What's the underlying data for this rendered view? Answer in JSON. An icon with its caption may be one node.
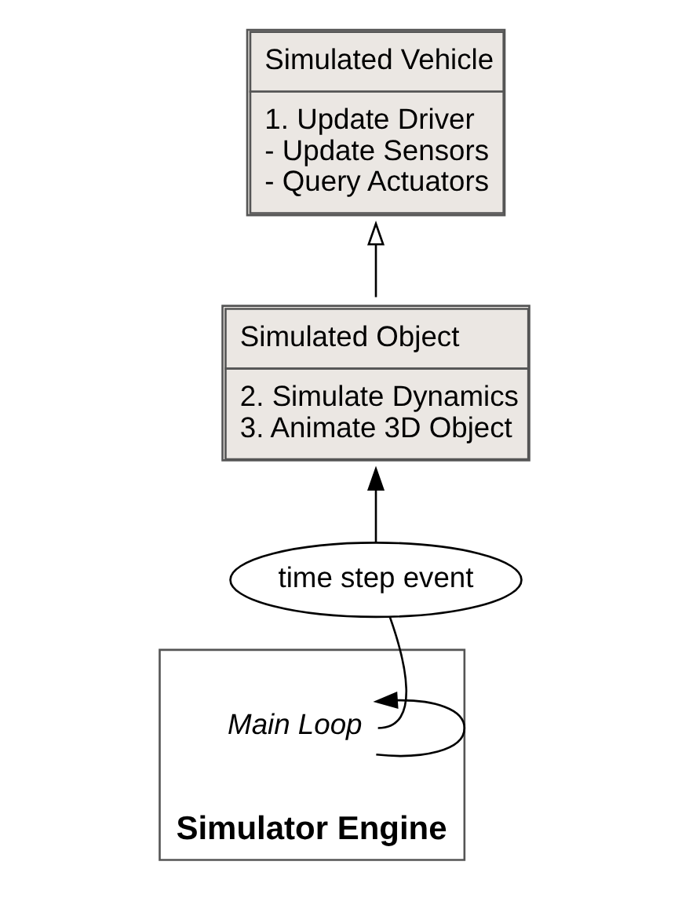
{
  "diagram": {
    "nodes": [
      {
        "text": [
          "Simulated Vehicle",
          "1. Update Driver",
          "- Update Sensors",
          "- Query Actuators"
        ]
      },
      {
        "text": [
          "Simulated Object",
          "2. Simulate Dynamics",
          "3. Animate 3D Object"
        ]
      },
      {
        "text": [
          "Simulator Engine"
        ]
      },
      {
        "text": [
          "Main Loop"
        ],
        "in": 2
      },
      {
        "text": [
          "time step event"
        ]
      }
    ],
    "edges": [
      {
        "from": 1,
        "to": 0,
        "arrow": "to"
      },
      {
        "from": 3,
        "to": 3,
        "arrow": "to"
      },
      {
        "from": 3,
        "to": 4,
        "arrow": "none"
      },
      {
        "from": 4,
        "to": 1,
        "arrow": "to"
      }
    ]
  }
}
